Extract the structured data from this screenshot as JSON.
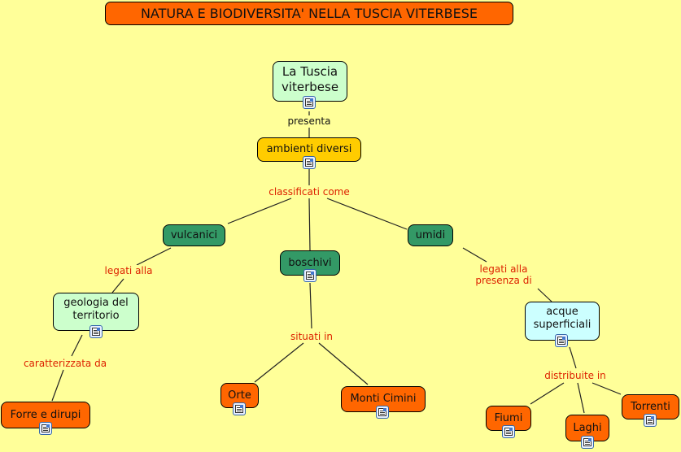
{
  "title": "NATURA E BIODIVERSITA' NELLA TUSCIA VITERBESE",
  "concepts": {
    "tuscia": "La Tuscia viterbese",
    "ambienti": "ambienti diversi",
    "vulcanici": "vulcanici",
    "boschivi": "boschivi",
    "umidi": "umidi",
    "geologia": "geologia del territorio",
    "forre": "Forre e dirupi",
    "orte": "Orte",
    "monti": "Monti Cimini",
    "acque": "acque superficiali",
    "fiumi": "Fiumi",
    "laghi": "Laghi",
    "torrenti": "Torrenti"
  },
  "linking_phrases": {
    "presenta": "presenta",
    "classificati": "classificati come",
    "legati_alla": "legati alla",
    "legati_presenza": "legati alla presenza di",
    "caratterizzata": "caratterizzata da",
    "situati": "situati in",
    "distribuite": "distribuite in"
  },
  "resource_icon": "document-image-icon",
  "colors": {
    "background": "#ffff99",
    "orange": "#ff6600",
    "green": "#339966",
    "light_green": "#ccffcc",
    "light_blue": "#ccffff",
    "gold": "#ffcc00",
    "link_text": "#dd2200"
  }
}
